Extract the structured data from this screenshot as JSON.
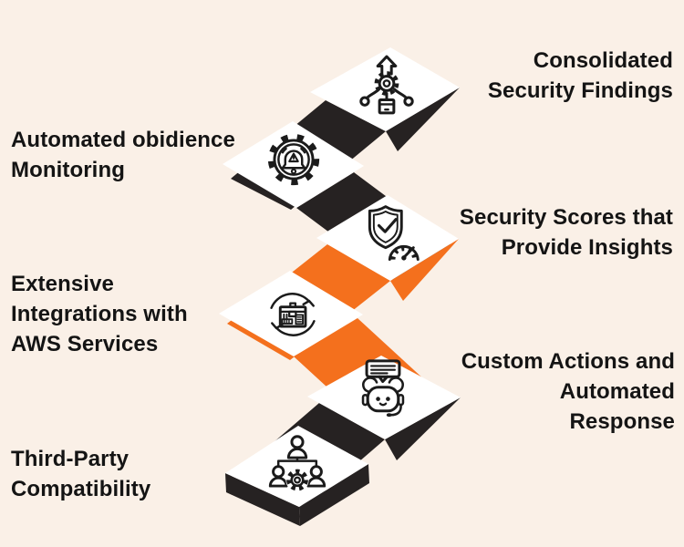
{
  "background_color": "#FAF0E7",
  "colors": {
    "ribbon_black": "#262222",
    "ribbon_orange": "#F4701D",
    "tile": "#FFFFFF",
    "text": "#141414",
    "icon_stroke": "#1B1B1B"
  },
  "items": [
    {
      "label": "Consolidated Security Findings",
      "lines": [
        "Consolidated",
        "Security Findings"
      ],
      "side": "right",
      "icon": "deployment-distribution-icon"
    },
    {
      "label": "Automated obidience Monitoring",
      "lines": [
        "Automated obidience",
        "Monitoring"
      ],
      "side": "left",
      "icon": "gear-alert-bell-icon"
    },
    {
      "label": "Security Scores that Provide Insights",
      "lines": [
        "Security Scores that",
        "Provide Insights"
      ],
      "side": "right",
      "icon": "shield-check-gauge-icon"
    },
    {
      "label": "Extensive Integrations with AWS Services",
      "lines": [
        "Extensive",
        "Integrations with",
        "AWS Services"
      ],
      "side": "left",
      "icon": "integration-cycle-icon"
    },
    {
      "label": "Custom Actions and Automated Response",
      "lines": [
        "Custom Actions and",
        "Automated",
        "Response"
      ],
      "side": "right",
      "icon": "chatbot-icon"
    },
    {
      "label": "Third-Party Compatibility",
      "lines": [
        "Third-Party",
        "Compatibility"
      ],
      "side": "left",
      "icon": "team-gear-icon"
    }
  ]
}
